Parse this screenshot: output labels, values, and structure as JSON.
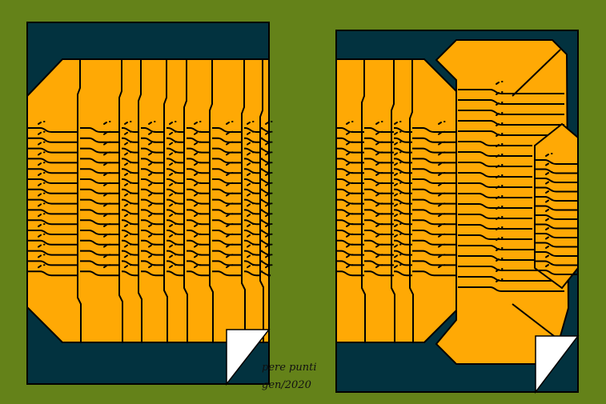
{
  "colors": {
    "background": "#648219",
    "panel": "#02323f",
    "fill": "#ffa905",
    "line": "#000000",
    "page_curl": "#ffffff"
  },
  "signature": {
    "author": "pere punti",
    "date": "gen/2020"
  },
  "panels": [
    {
      "name": "left-sheet",
      "rows": 15
    },
    {
      "name": "right-sheet",
      "rows": 20
    }
  ]
}
